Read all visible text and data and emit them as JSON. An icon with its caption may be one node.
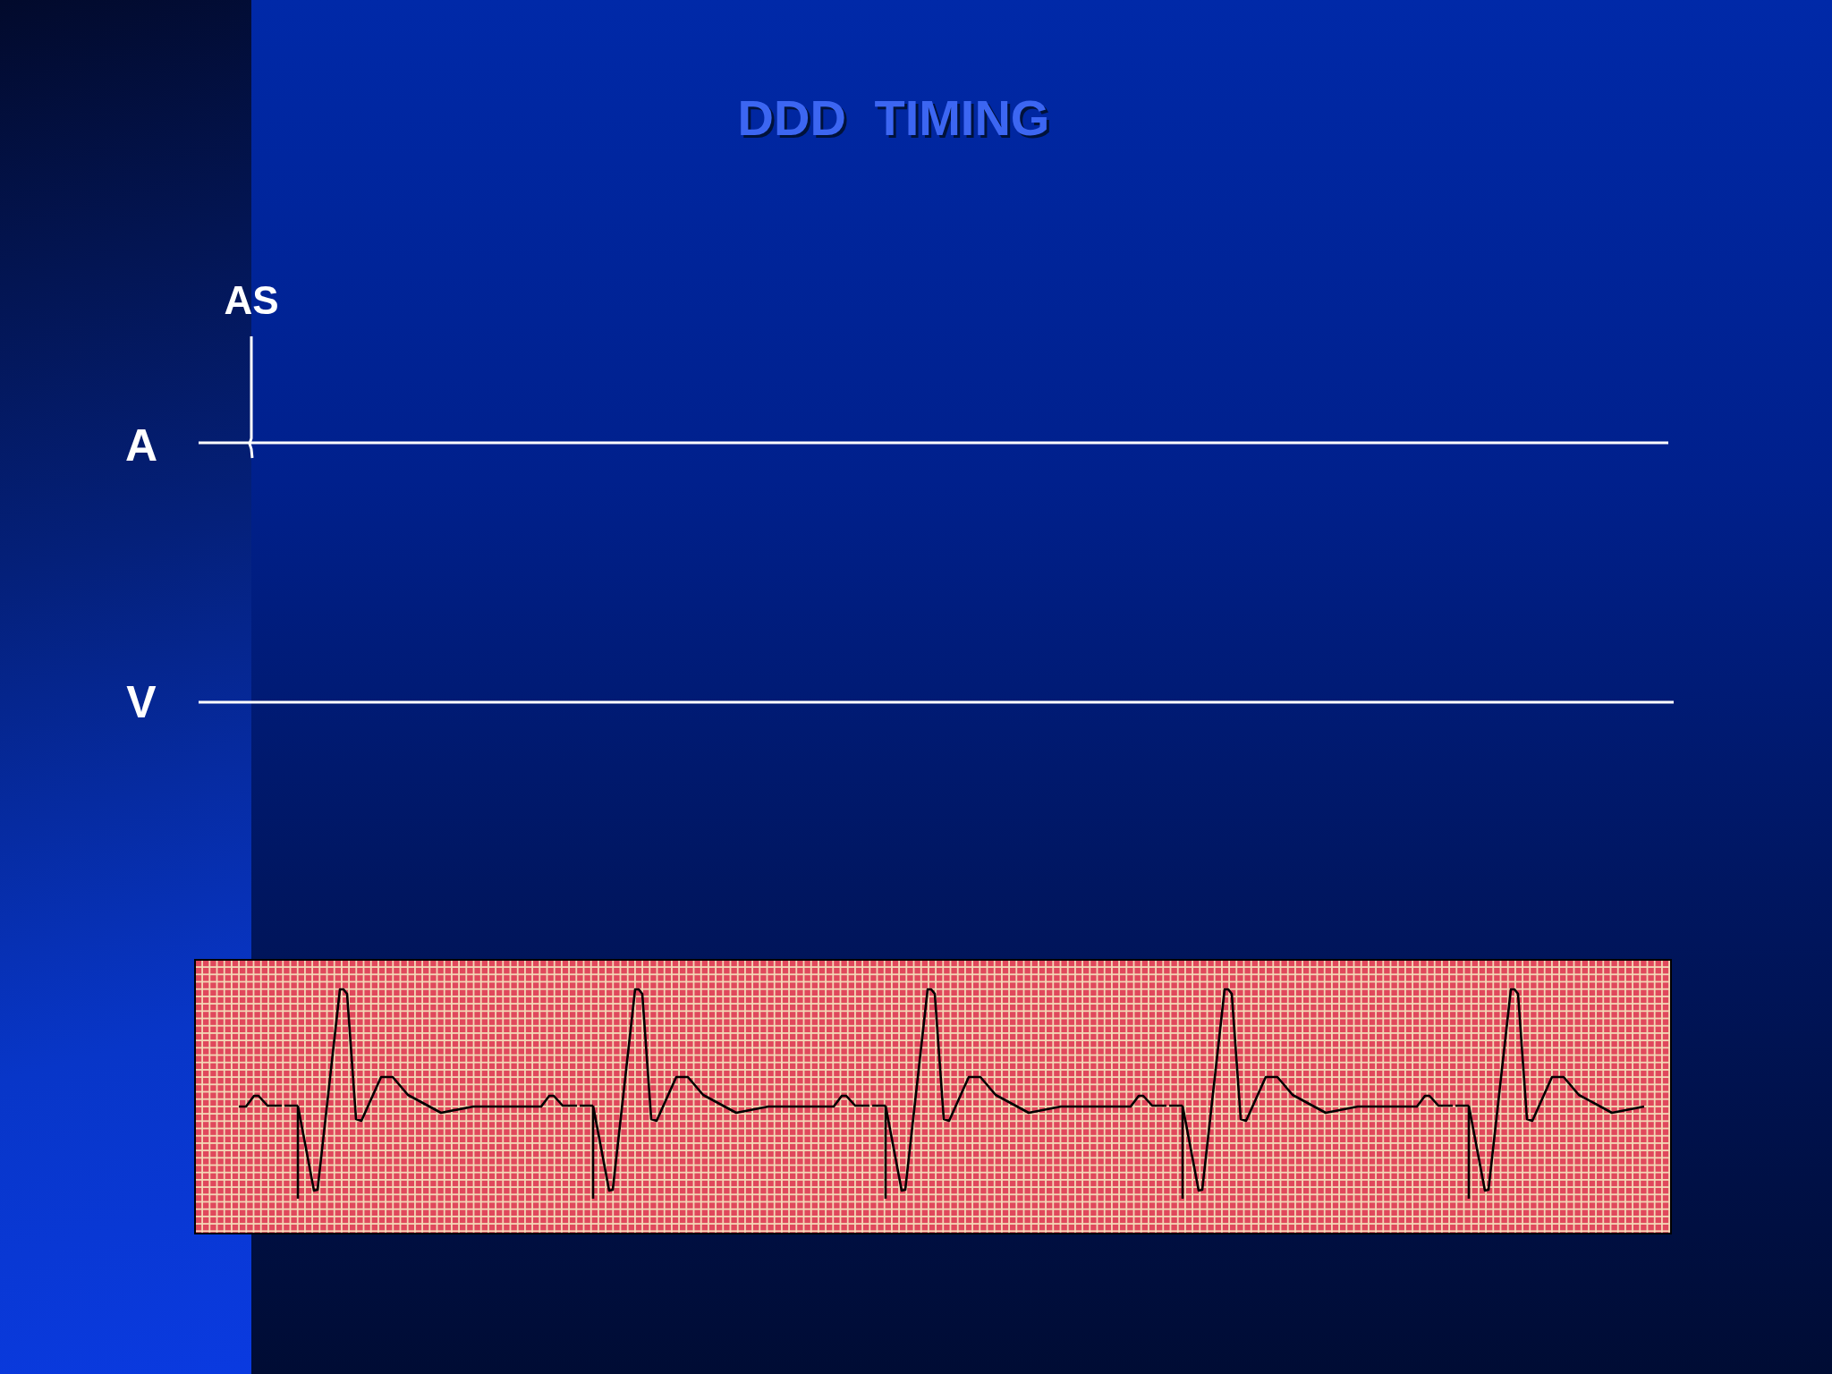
{
  "diagram": {
    "title": "DDD TIMING",
    "labels": [
      "AS",
      "A",
      "V"
    ]
  }
}
